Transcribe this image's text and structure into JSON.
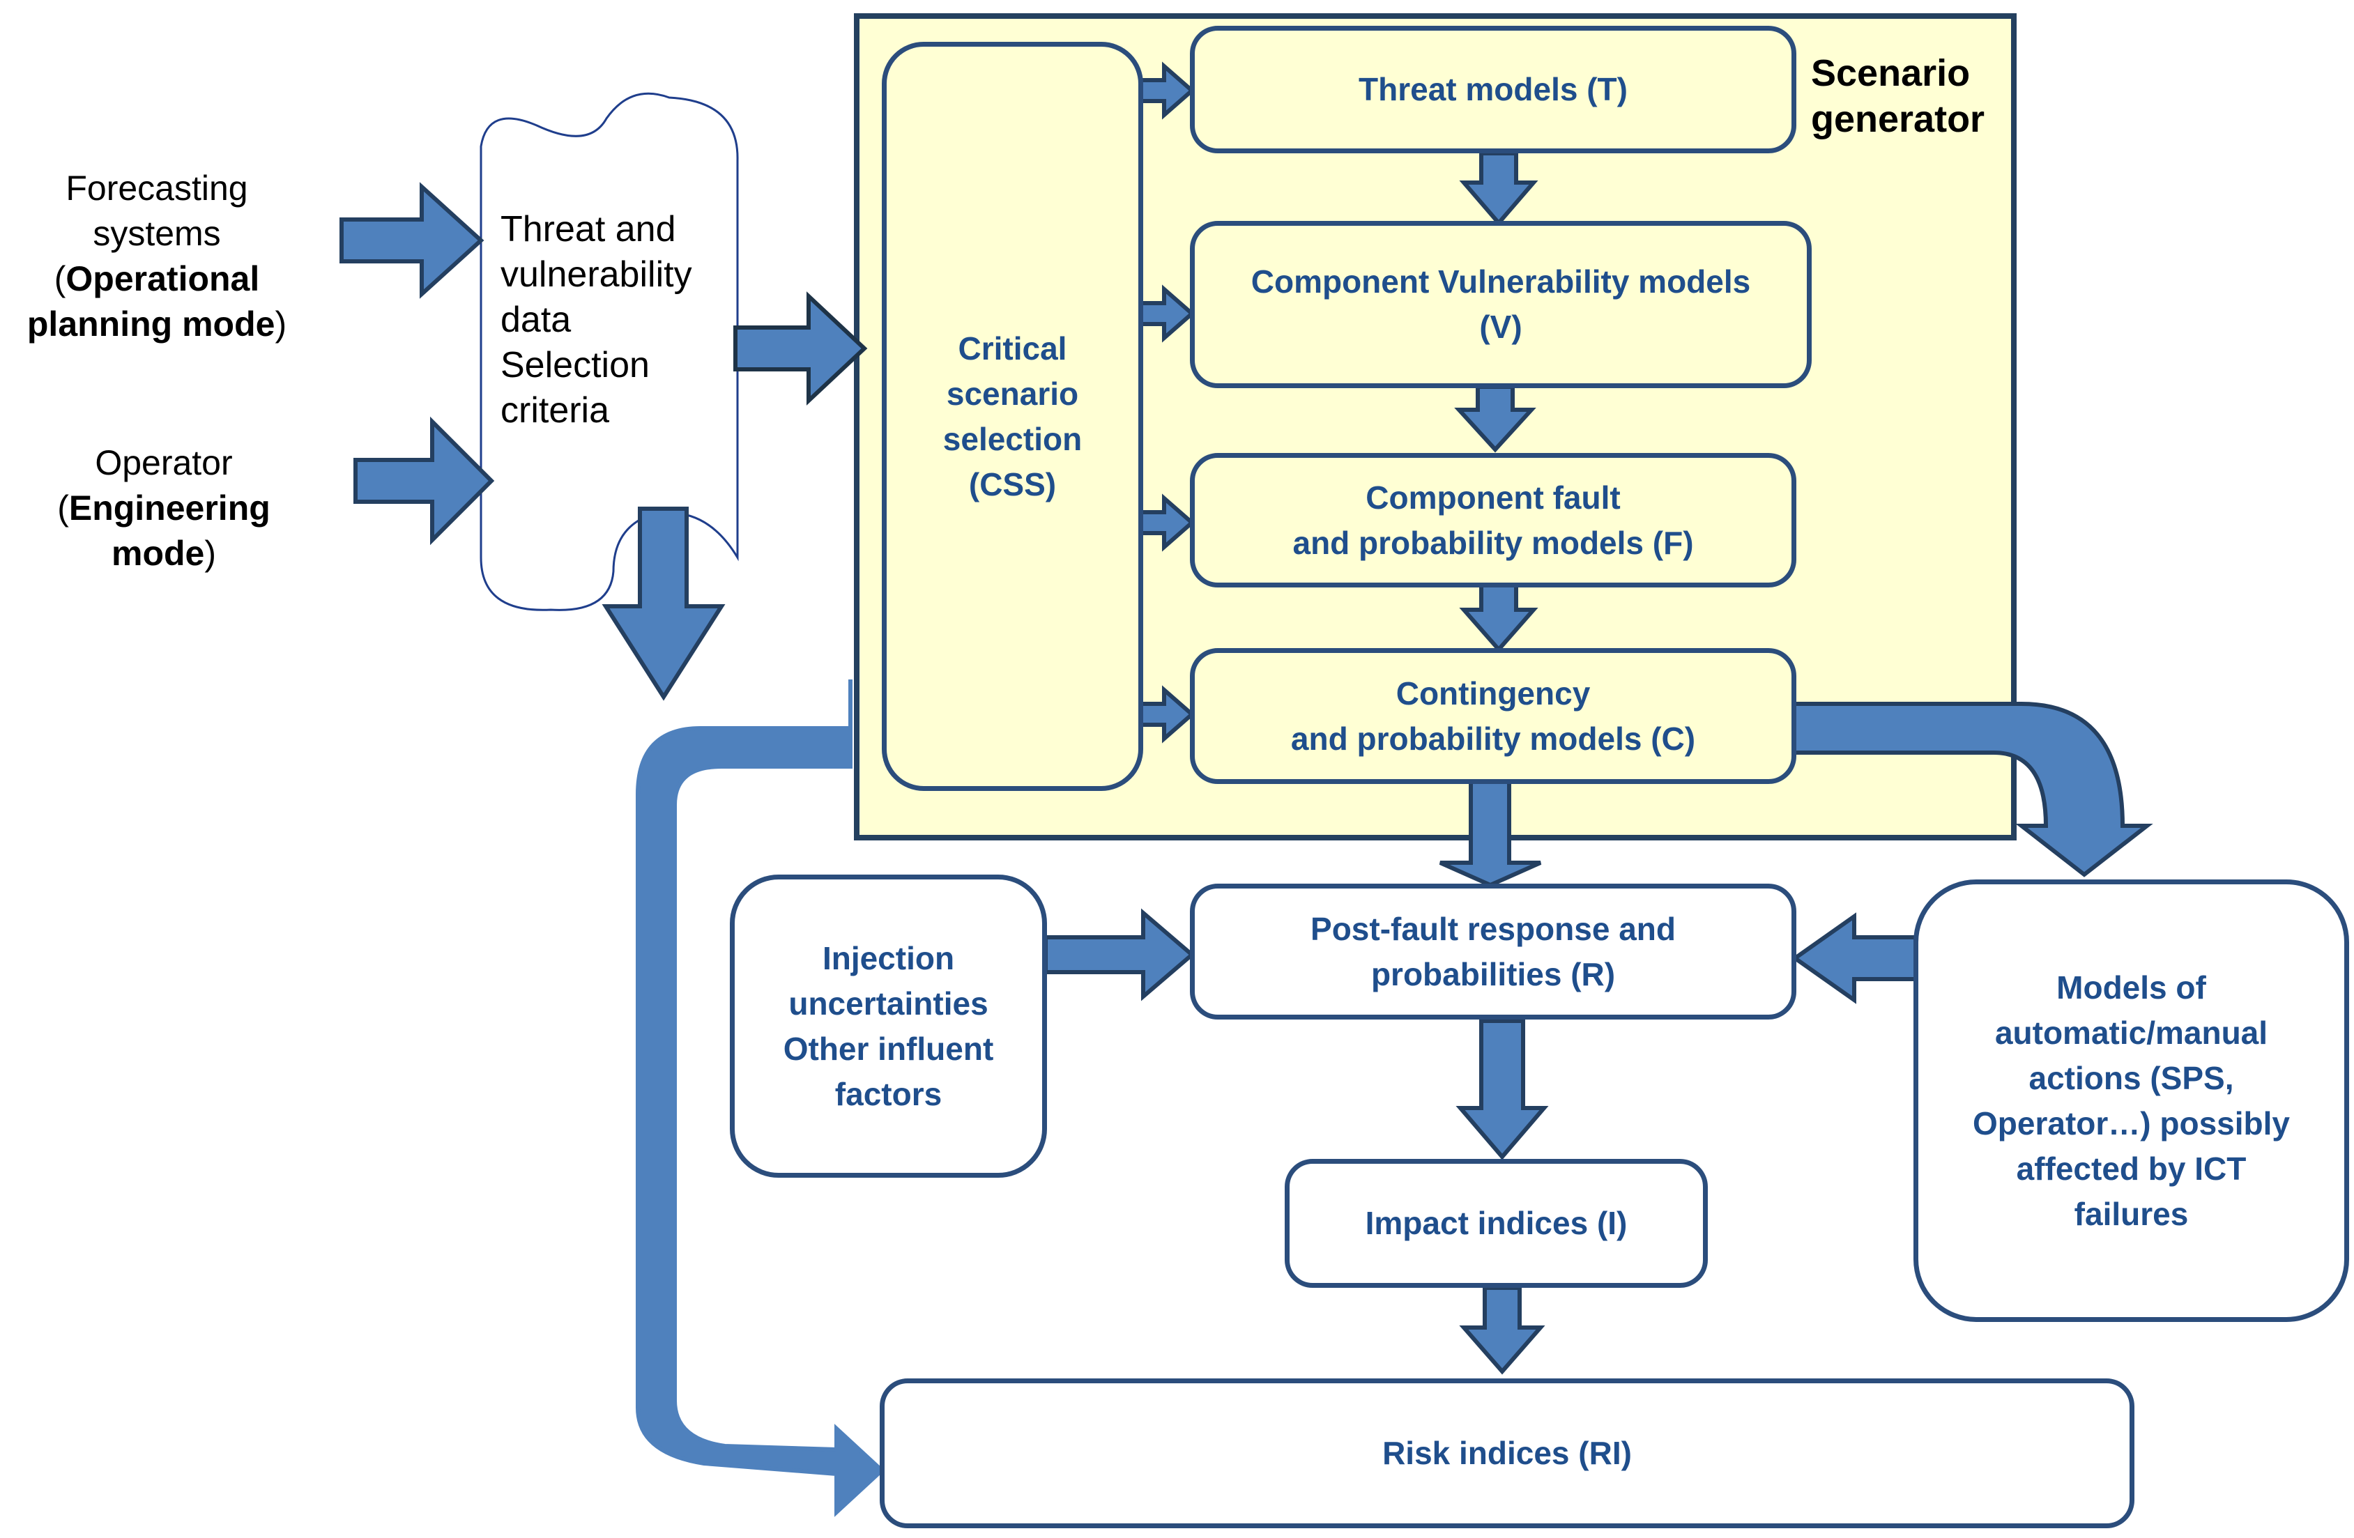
{
  "colors": {
    "arrow_fill": "#4f81bd",
    "arrow_stroke": "#243f60",
    "box_border": "#2b4d7c",
    "box_text": "#1f4e8c",
    "panel_fill": "#ffffd4"
  },
  "inputs": {
    "forecasting": {
      "line1": "Forecasting",
      "line2": "systems",
      "line3_open": "(",
      "line3_bold": "Operational",
      "line4_bold": "planning mode",
      "line4_close": ")"
    },
    "operator": {
      "line1": "Operator",
      "line2_open": "(",
      "line2_bold": "Engineering",
      "line3_bold": "mode",
      "line3_close": ")"
    }
  },
  "data_store": {
    "lines": [
      "Threat and",
      "vulnerability",
      "data",
      "Selection",
      "criteria"
    ]
  },
  "scenario_generator": {
    "title_line1": "Scenario",
    "title_line2": "generator",
    "css": [
      "Critical",
      "scenario",
      "selection",
      "(CSS)"
    ],
    "threat": [
      "Threat models (T)"
    ],
    "vulnerability": [
      "Component Vulnerability models",
      "(V)"
    ],
    "fault": [
      "Component fault",
      "and probability models (F)"
    ],
    "contingency": [
      "Contingency",
      "and probability models (C)"
    ]
  },
  "post_fault": [
    "Post-fault response and",
    "probabilities (R)"
  ],
  "injection": [
    "Injection",
    "uncertainties",
    "Other influent",
    "factors"
  ],
  "actions": [
    "Models of",
    "automatic/manual",
    "actions (SPS,",
    "Operator…) possibly",
    "affected by ICT",
    "failures"
  ],
  "impact": [
    "Impact indices (I)"
  ],
  "risk": [
    "Risk indices (RI)"
  ]
}
